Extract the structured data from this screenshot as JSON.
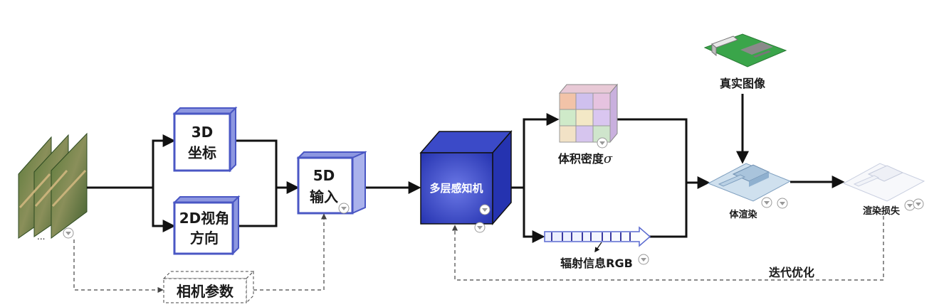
{
  "diagram": {
    "nodes": {
      "coord": {
        "line1": "3D",
        "line2": "坐标"
      },
      "view": {
        "line1": "2D视角",
        "line2": "方向"
      },
      "input5d": {
        "line1": "5D",
        "line2": "输入"
      },
      "camera": {
        "label": "相机参数"
      },
      "mlp": {
        "label": "多层感知机"
      },
      "density": {
        "label": "体积密度",
        "symbol": "σ"
      },
      "rgb": {
        "label": "辐射信息RGB"
      },
      "real_image": {
        "label": "真实图像"
      },
      "volume_render": {
        "label": "体渲染"
      },
      "render_loss": {
        "label": "渲染损失"
      },
      "iterate": {
        "label": "迭代优化"
      },
      "images_ellipsis": {
        "label": "..."
      }
    },
    "colors": {
      "box_border": "#4a57c4",
      "box_side": "#8d97e0",
      "mlp_face": "#2f3dbd",
      "arrow": "#111111",
      "dashed": "#555555",
      "field_green": "#3aa54a"
    },
    "icons": [
      "satellite-image-stack",
      "density-voxel-cube",
      "rgb-ray-bar",
      "real-image-scene",
      "volume-render-scene",
      "render-loss-scene",
      "dropdown-marker-icon"
    ]
  }
}
